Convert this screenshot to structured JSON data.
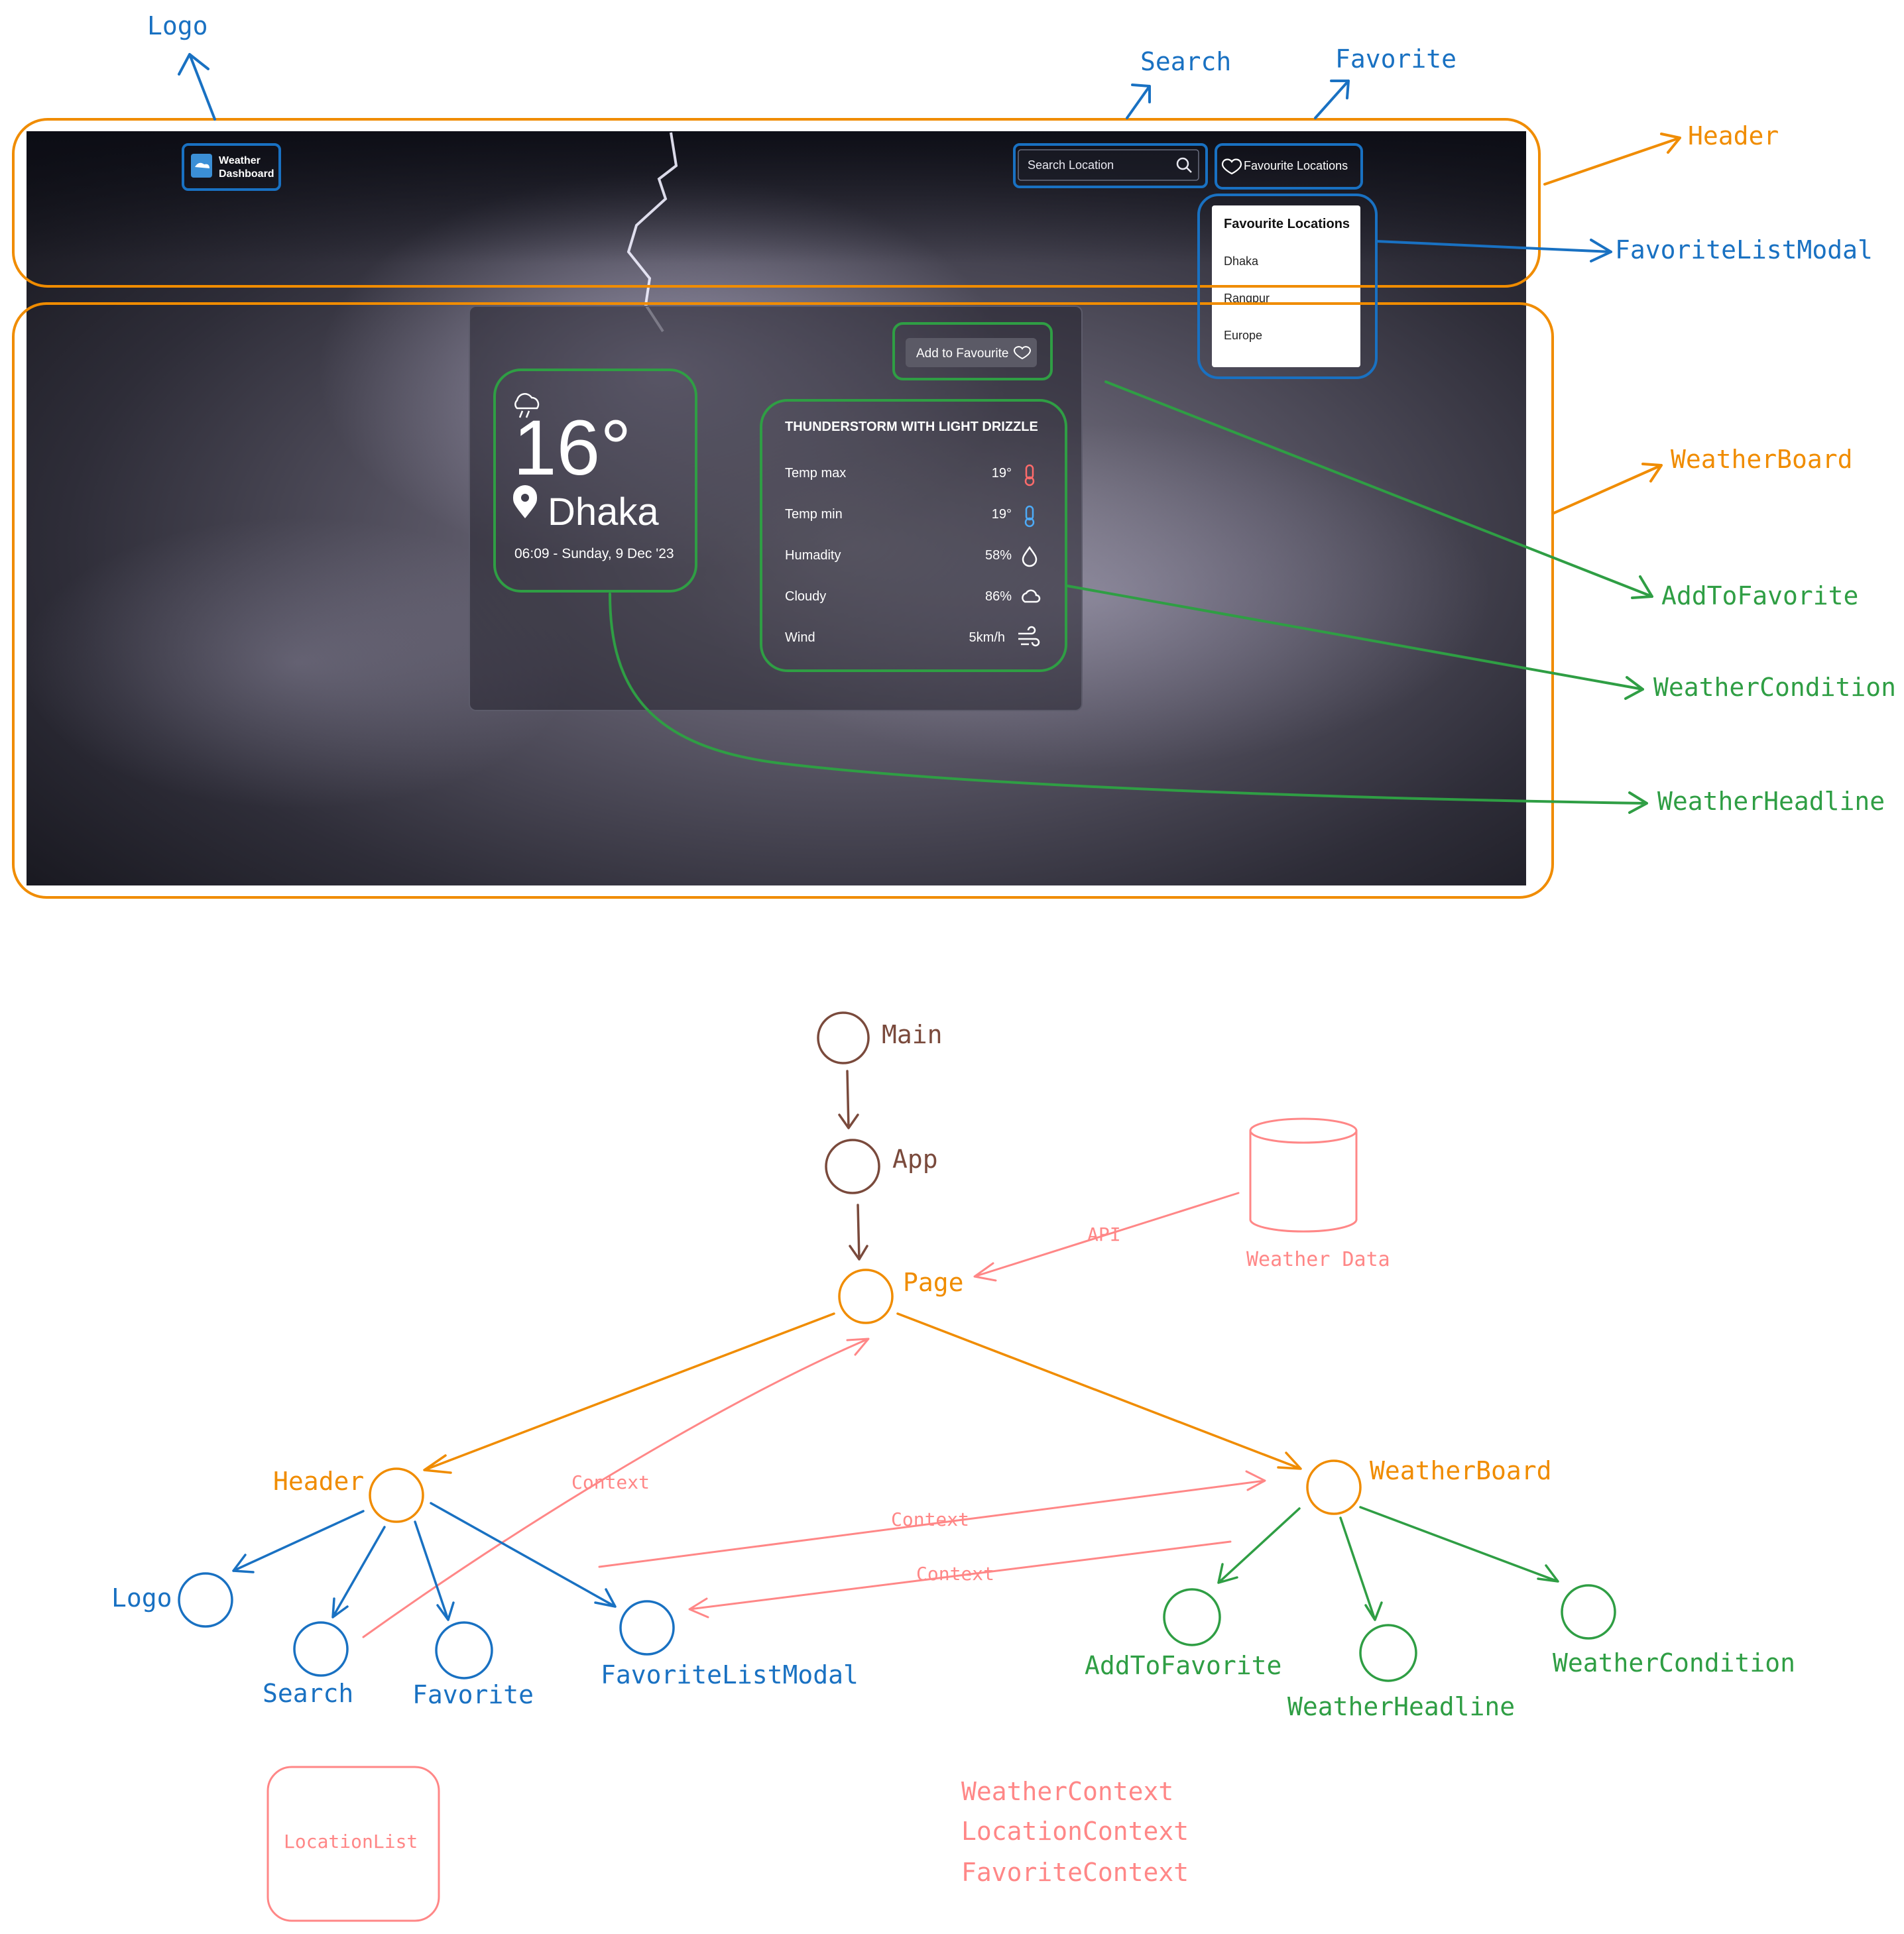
{
  "annotations": {
    "logo": "Logo",
    "search": "Search",
    "favorite": "Favorite",
    "header": "Header",
    "favorite_list_modal": "FavoriteListModal",
    "weather_board": "WeatherBoard",
    "add_to_favorite": "AddToFavorite",
    "weather_condition": "WeatherCondition",
    "weather_headline": "WeatherHeadline"
  },
  "app": {
    "logo_line1": "Weather",
    "logo_line2": "Dashboard",
    "search_placeholder": "Search Location",
    "favourites_button": "Favourite Locations",
    "favourites_menu": {
      "title": "Favourite Locations",
      "items": [
        "Dhaka",
        "Rangpur",
        "Europe"
      ]
    },
    "add_favourite_button": "Add to Favourite",
    "headline": {
      "temperature": "16°",
      "location": "Dhaka",
      "datetime": "06:09 - Sunday, 9 Dec '23"
    },
    "condition": {
      "title": "THUNDERSTORM WITH LIGHT DRIZZLE",
      "rows": [
        {
          "label": "Temp max",
          "value": "19°",
          "icon": "thermometer-hot-icon"
        },
        {
          "label": "Temp min",
          "value": "19°",
          "icon": "thermometer-cold-icon"
        },
        {
          "label": "Humadity",
          "value": "58%",
          "icon": "droplet-icon"
        },
        {
          "label": "Cloudy",
          "value": "86%",
          "icon": "cloud-icon"
        },
        {
          "label": "Wind",
          "value": "5km/h",
          "icon": "wind-icon"
        }
      ]
    }
  },
  "tree": {
    "main": "Main",
    "app": "App",
    "page": "Page",
    "weather_data": "Weather Data",
    "api": "API",
    "header": "Header",
    "weather_board": "WeatherBoard",
    "logo": "Logo",
    "search": "Search",
    "favorite": "Favorite",
    "favorite_list_modal": "FavoriteListModal",
    "add_to_favorite": "AddToFavorite",
    "weather_headline": "WeatherHeadline",
    "weather_condition": "WeatherCondition",
    "context_1": "Context",
    "context_2": "Context",
    "context_3": "Context",
    "location_list": "LocationList",
    "contexts": [
      "WeatherContext",
      "LocationContext",
      "FavoriteContext"
    ]
  },
  "colors": {
    "orange": "#f08c00",
    "blue": "#1971c2",
    "green": "#2f9e44",
    "brown": "#7a4a3c",
    "red": "#ff8787"
  }
}
